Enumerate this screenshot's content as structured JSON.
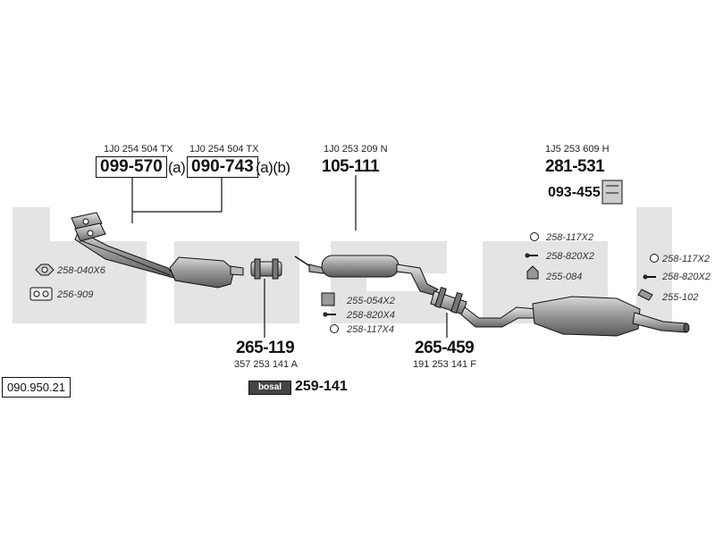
{
  "diagram_id": "090.950.21",
  "brand_box_text": "bosal",
  "parts": {
    "front_pipe_1": {
      "oem": "1J0 254 504 TX",
      "number": "099-570",
      "suffix": "(a)"
    },
    "front_pipe_2": {
      "oem": "1J0 254 504 TX",
      "number": "090-743",
      "suffix": "(a)(b)"
    },
    "middle_silencer": {
      "oem": "1J0 253 209 N",
      "number": "105-111"
    },
    "rear_silencer": {
      "oem": "1J5 253 609 H",
      "number": "281-531"
    },
    "mounting_kit": {
      "number": "093-455"
    },
    "clamp_1": {
      "number": "265-119",
      "oem": "357 253 141 A"
    },
    "clamp_2": {
      "number": "265-459",
      "oem": "191 253 141 F"
    },
    "paste": {
      "number": "259-141"
    }
  },
  "small_parts": {
    "nut_left": "258-040X6",
    "gasket_left": "256-909",
    "mid_bracket": "255-054X2",
    "mid_bolt": "258-820X4",
    "mid_ring": "258-117X4",
    "rear_ring_1": "258-117X2",
    "rear_bolt_1": "258-820X2",
    "rear_hanger_1": "255-084",
    "rear_ring_2": "258-117X2",
    "rear_bolt_2": "258-820X2",
    "rear_hanger_2": "255-102"
  },
  "colors": {
    "watermark": "#e4e4e4",
    "line": "#111111",
    "part_fill": "#9a9a9a"
  }
}
